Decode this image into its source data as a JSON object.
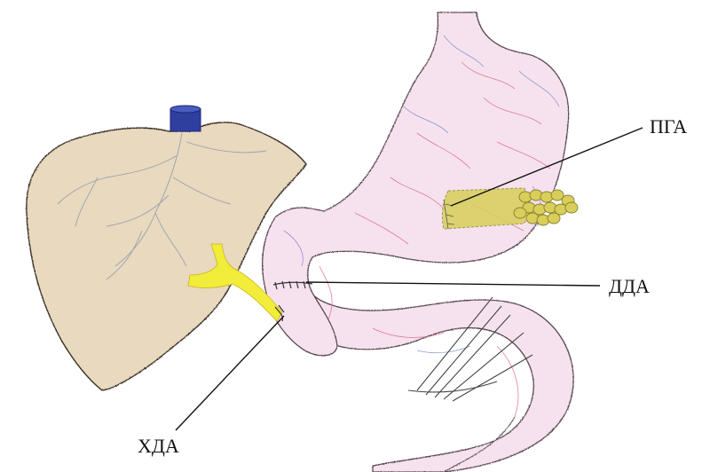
{
  "labels": {
    "pga": "ПГА",
    "dda": "ДДА",
    "hda": "ХДА"
  },
  "colors": {
    "liver_fill": "#e8d9bf",
    "liver_outline": "#3a3228",
    "liver_vessels": "#7a8aa8",
    "stomach_fill": "#f6e2ee",
    "stomach_outline": "#5a4a55",
    "stomach_vessels_red": "#d9557a",
    "stomach_vessels_blue": "#6a7ac0",
    "bile_duct": "#f2ec3a",
    "vena_cava": "#2e3fa0",
    "pancreas": "#d8cf5a",
    "leader_line": "#111111"
  },
  "icons": {
    "liver": "liver-drawing",
    "stomach": "stomach-drawing",
    "bile_duct": "bile-duct-drawing",
    "vena_cava": "vena-cava-drawing",
    "pancreas_graft": "pancreas-graft-drawing",
    "jejunum_loop": "jejunum-loop-drawing"
  }
}
